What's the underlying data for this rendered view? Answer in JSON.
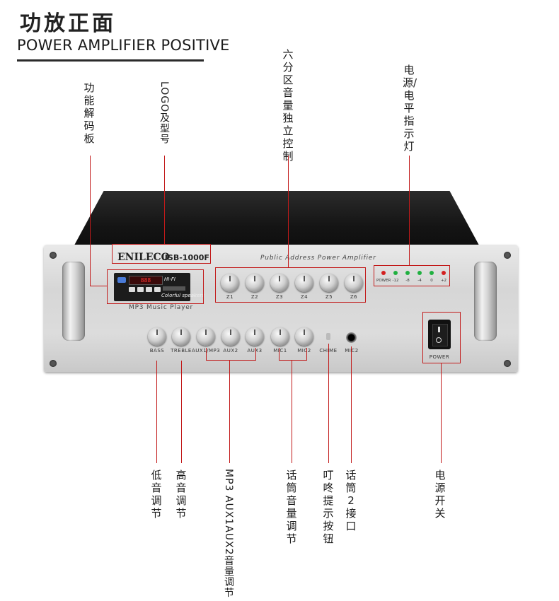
{
  "header": {
    "title_cn": "功放正面",
    "title_en": "POWER AMPLIFIER POSITIVE"
  },
  "callouts_top": [
    {
      "id": "decoder",
      "text": "功能解码板"
    },
    {
      "id": "logo",
      "text": "LOGO及型号"
    },
    {
      "id": "zone",
      "text": "六分区音量独立控制"
    },
    {
      "id": "power_indicator",
      "text": "电源/电平指示灯"
    }
  ],
  "callouts_bottom": [
    {
      "id": "bass",
      "text": "低音调节"
    },
    {
      "id": "treble",
      "text": "高音调节"
    },
    {
      "id": "aux",
      "text": "MP3 AUX1AUX2音量调节"
    },
    {
      "id": "mic_vol",
      "text": "话筒音量调节"
    },
    {
      "id": "chime",
      "text": "叮咚提示按钮"
    },
    {
      "id": "mic2",
      "text": "话筒2接口"
    },
    {
      "id": "power_switch",
      "text": "电源开关"
    }
  ],
  "panel": {
    "brand": "ENILECO",
    "model": "USB-1000F",
    "caption": "Public Address Power Amplifier",
    "mp3_label": "MP3 Music Player",
    "module_text": "Colorful speakers",
    "module_top_text": "HI-FI",
    "zone_knobs": [
      "Z1",
      "Z2",
      "Z3",
      "Z4",
      "Z5",
      "Z6"
    ],
    "leds": [
      {
        "label": "POWER",
        "color": "#d32020"
      },
      {
        "label": "-12",
        "color": "#20b040"
      },
      {
        "label": "-8",
        "color": "#20b040"
      },
      {
        "label": "-4",
        "color": "#20b040"
      },
      {
        "label": "0",
        "color": "#20b040"
      },
      {
        "label": "+2",
        "color": "#d32020"
      }
    ],
    "control_knobs": [
      "BASS",
      "TREBLE",
      "AUX1/MP3",
      "AUX2",
      "AUX3",
      "MIC1",
      "MIC2"
    ],
    "chime_label": "CHIME",
    "mic2_jack_label": "MIC2",
    "power_label": "POWER"
  },
  "colors": {
    "accent_red": "#c21a1a",
    "led_red": "#d32020",
    "led_green": "#20b040"
  }
}
